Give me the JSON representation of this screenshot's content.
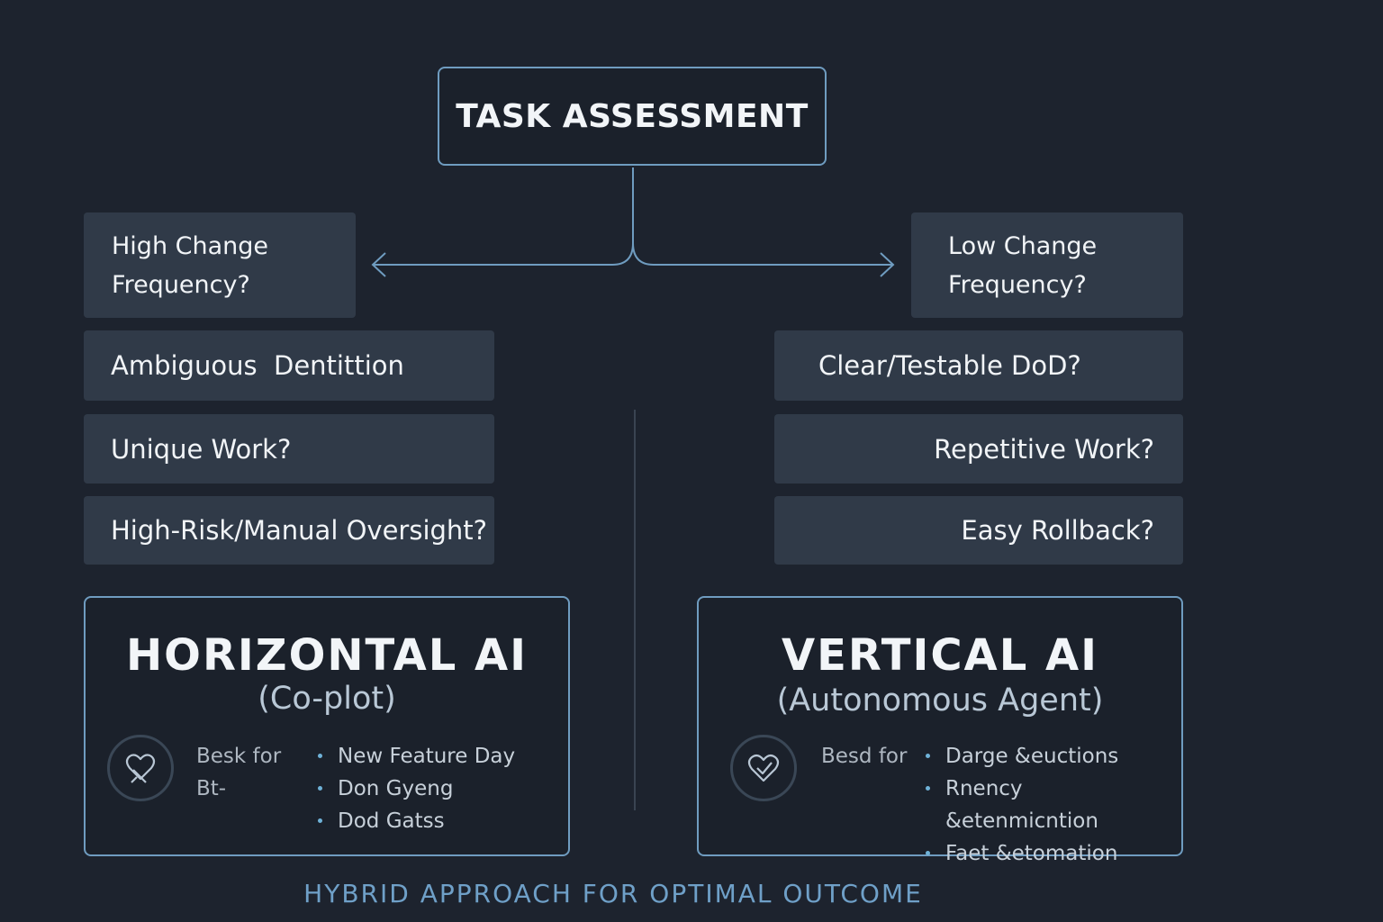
{
  "top": {
    "title": "TASK ASSESSMENT"
  },
  "left_criteria": [
    "High Change\nFrequency?",
    "Ambiguous  Dentittion",
    "Unique Work?",
    "High-Risk/Manual Oversight?"
  ],
  "right_criteria": [
    "Low Change\nFrequency?",
    "Clear/Testable DoD?",
    "Repetitive Work?",
    "Easy Rollback?"
  ],
  "horizontal": {
    "title": "HORIZONTAL AI",
    "subtitle": "(Co-plot)",
    "best_for": "Besk for\nBt-",
    "items": [
      "New Feature Day",
      "Don Gyeng",
      "Dod Gatss"
    ],
    "icon": "puzzle-heart-icon"
  },
  "vertical": {
    "title": "VERTICAL AI",
    "subtitle": "(Autonomous Agent)",
    "best_for": "Besd for",
    "items": [
      "Darge &euctions",
      "Rnency &etenmicntion",
      "Faet &etomation"
    ],
    "icon": "heart-check-icon"
  },
  "footer": {
    "text": "HYBRID APPROACH FOR OPTIMAL OUTCOME"
  },
  "colors": {
    "background": "#1d232e",
    "card": "#303a48",
    "border": "#6f9cc0",
    "footer": "#6fa0c8"
  }
}
